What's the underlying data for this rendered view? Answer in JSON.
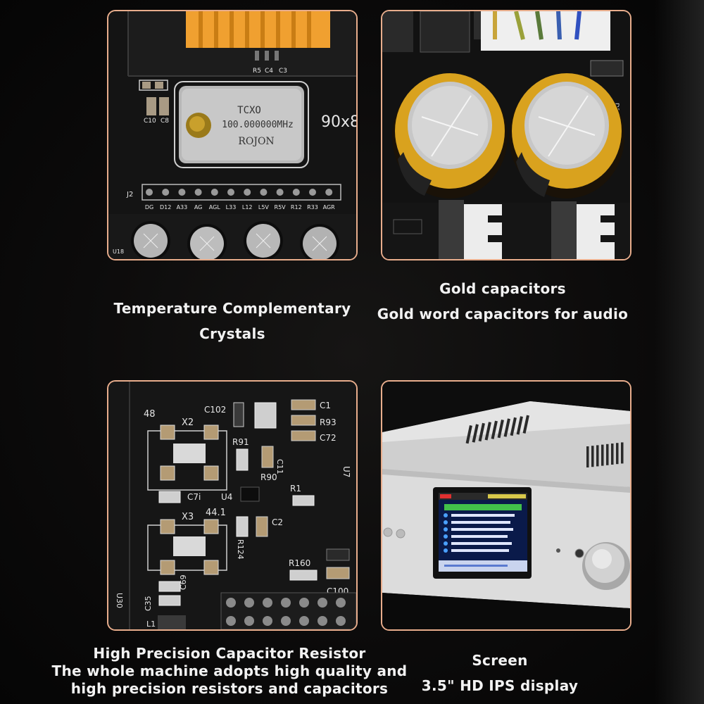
{
  "panels": {
    "crystal": {
      "board_labels": {
        "tcxo_line1": "TCXO",
        "tcxo_line2": "100.000000MHz",
        "tcxo_line3": "ROJON",
        "r5": "R5",
        "c4": "C4",
        "c3": "C3",
        "c10": "C10",
        "c8": "C8",
        "size_mark": "90x8",
        "j2": "J2",
        "pins": [
          "DG",
          "D12",
          "A33",
          "AG",
          "AGL",
          "L33",
          "L12",
          "L5V",
          "R5V",
          "R12",
          "R33",
          "AGR"
        ],
        "u18": "U18"
      },
      "caption_lines": [
        "Temperature Complementary",
        "Crystals"
      ]
    },
    "capacitors": {
      "board_labels": {
        "d13": "D13"
      },
      "caption_lines": [
        "Gold capacitors",
        "Gold word capacitors for audio"
      ]
    },
    "resistors": {
      "board_labels": {
        "n48": "48",
        "x2": "X2",
        "c102": "C102",
        "c1": "C1",
        "r93": "R93",
        "c72": "C72",
        "r91": "R91",
        "c11": "C11",
        "r90": "R90",
        "u7": "U7",
        "c7i": "C7i",
        "u4": "U4",
        "r1": "R1",
        "n441": "44.1",
        "x3": "X3",
        "c2": "C2",
        "r124": "R124",
        "r160": "R160",
        "c69": "C69",
        "c100": "C100",
        "c35": "C35",
        "u30": "U30",
        "l1": "L1"
      },
      "caption_lines": [
        "High Precision Capacitor Resistor",
        "The whole machine adopts high quality and",
        "high  precision resistors and capacitors"
      ]
    },
    "screen": {
      "caption_lines": [
        "Screen",
        "3.5\" HD IPS display"
      ]
    }
  },
  "colors": {
    "panel_border": "#e8ad8c",
    "pcb": "#121212",
    "gold": "#d9a21e",
    "heatsink": "#f0a030"
  }
}
